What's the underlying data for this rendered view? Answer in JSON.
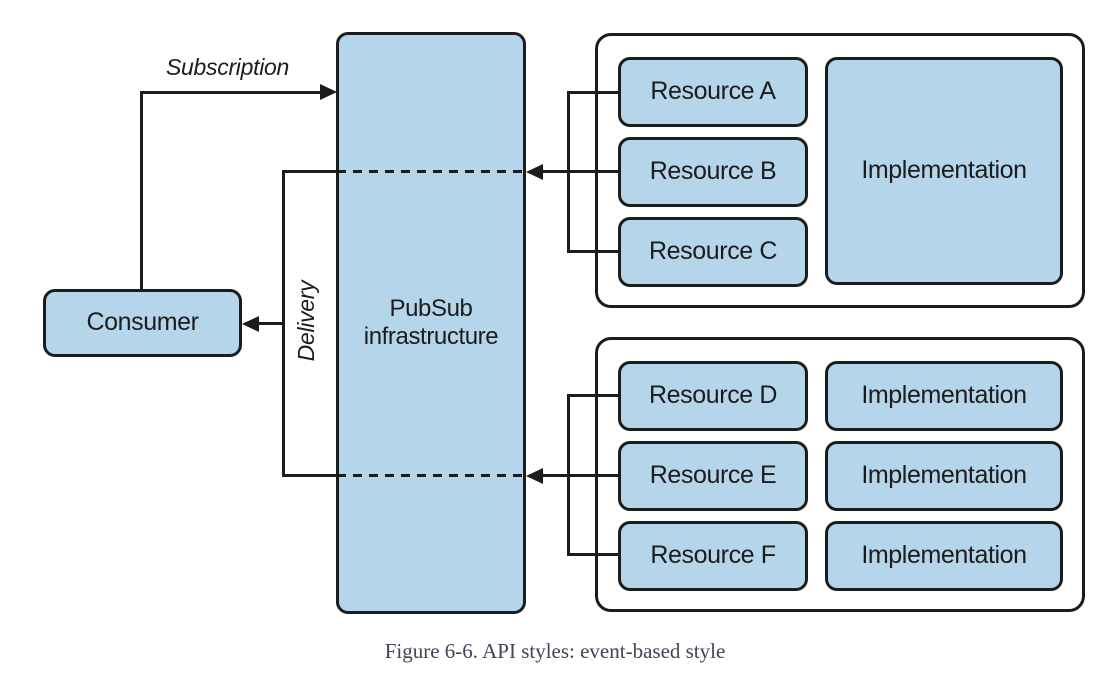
{
  "colors": {
    "node_fill": "#b4d5ea",
    "node_border": "#1c1c1c",
    "line": "#1c1c1c",
    "service_box_fill": "#ffffff",
    "caption_text": "#3f4554",
    "background": "#ffffff"
  },
  "consumer": {
    "label": "Consumer"
  },
  "pubsub": {
    "line1": "PubSub",
    "line2": "infrastructure"
  },
  "edges": {
    "subscription_label": "Subscription",
    "delivery_label": "Delivery"
  },
  "service_top": {
    "resources": [
      {
        "label": "Resource A"
      },
      {
        "label": "Resource B"
      },
      {
        "label": "Resource C"
      }
    ],
    "implementation": {
      "label": "Implementation"
    }
  },
  "service_bottom": {
    "resources": [
      {
        "label": "Resource D"
      },
      {
        "label": "Resource E"
      },
      {
        "label": "Resource F"
      }
    ],
    "implementations": [
      {
        "label": "Implementation"
      },
      {
        "label": "Implementation"
      },
      {
        "label": "Implementation"
      }
    ]
  },
  "caption": {
    "text": "Figure 6-6. API styles: event-based style"
  }
}
